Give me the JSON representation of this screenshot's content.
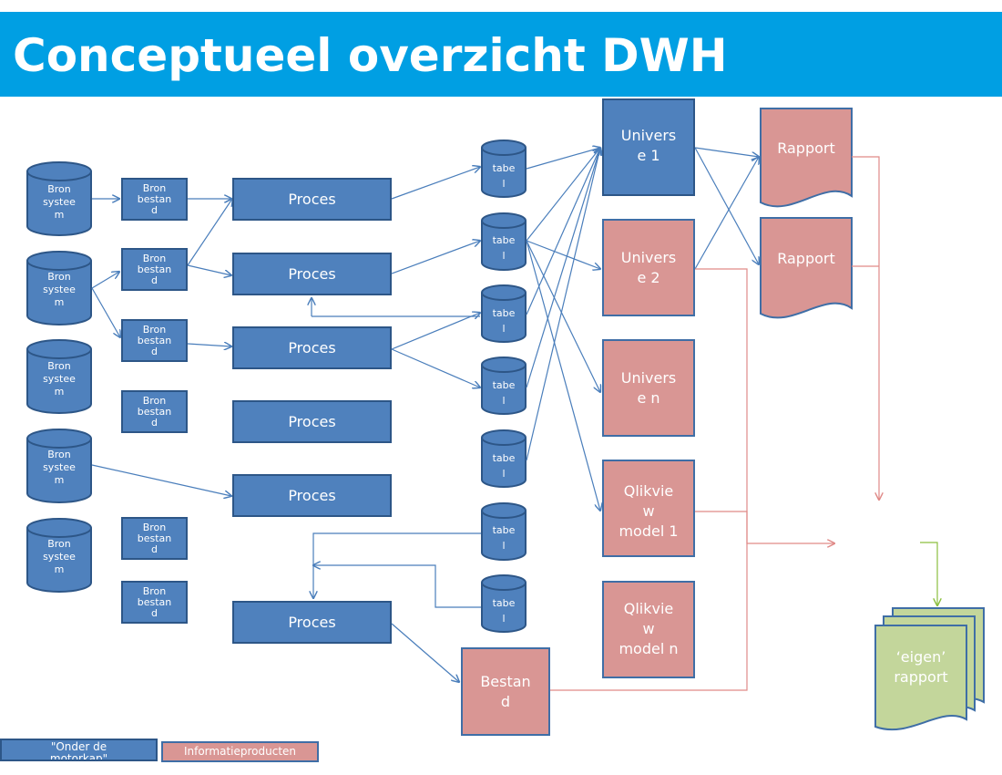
{
  "title": "Conceptueel overzicht DWH",
  "colors": {
    "title_bar": "#009fe3",
    "blue_block": "#4f81bd",
    "blue_border": "#2d5687",
    "pink_block": "#d99694",
    "green_block": "#c3d69b",
    "blue_arrow": "#4a7ebb",
    "red_arrow": "#e08a88",
    "green_arrow": "#8cbf3f"
  },
  "bron_systemen": [
    [
      "Bron",
      "systee",
      "m"
    ],
    [
      "Bron",
      "systee",
      "m"
    ],
    [
      "Bron",
      "systee",
      "m"
    ],
    [
      "Bron",
      "systee",
      "m"
    ],
    [
      "Bron",
      "systee",
      "m"
    ]
  ],
  "bron_bestanden": [
    [
      "Bron",
      "bestan",
      "d"
    ],
    [
      "Bron",
      "bestan",
      "d"
    ],
    [
      "Bron",
      "bestan",
      "d"
    ],
    [
      "Bron",
      "bestan",
      "d"
    ],
    [
      "Bron",
      "bestan",
      "d"
    ],
    [
      "Bron",
      "bestan",
      "d"
    ]
  ],
  "processen": [
    "Proces",
    "Proces",
    "Proces",
    "Proces",
    "Proces",
    "Proces"
  ],
  "tabellen": [
    [
      "tabe",
      "l"
    ],
    [
      "tabe",
      "l"
    ],
    [
      "tabe",
      "l"
    ],
    [
      "tabe",
      "l"
    ],
    [
      "tabe",
      "l"
    ],
    [
      "tabe",
      "l"
    ],
    [
      "tabe",
      "l"
    ]
  ],
  "universes": [
    [
      "Univers",
      "e 1"
    ],
    [
      "Univers",
      "e 2"
    ],
    [
      "Univers",
      "e n"
    ]
  ],
  "qlikview_models": [
    [
      "Qlikvie",
      "w",
      "model 1"
    ],
    [
      "Qlikvie",
      "w",
      "model n"
    ]
  ],
  "bestand": [
    "Bestan",
    "d"
  ],
  "rapporten": [
    "Rapport",
    "Rapport"
  ],
  "eigen_rapport": [
    "‘eigen’",
    "rapport"
  ],
  "legend": {
    "onder_de_motorkap": "\"Onder de motorkap\"",
    "informatieproducten": "Informatieproducten"
  }
}
